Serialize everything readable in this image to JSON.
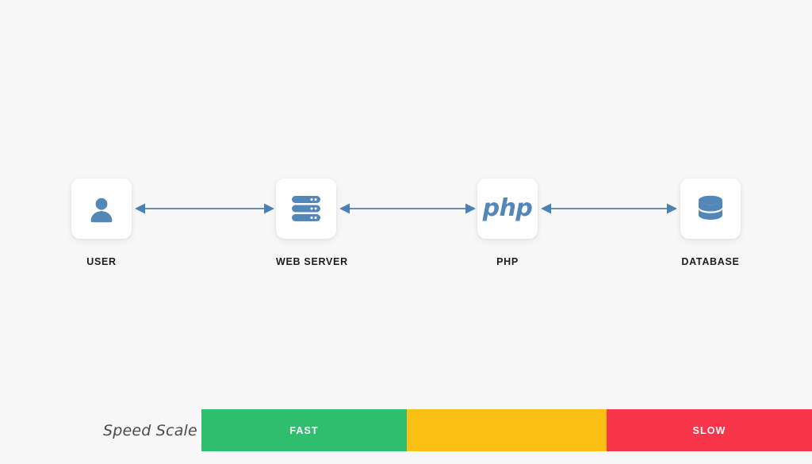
{
  "canvas": {
    "background_color": "#f7f7f8"
  },
  "diagram": {
    "type": "request-flow",
    "accent_color": "#4a80b5",
    "nodes": [
      {
        "id": "user",
        "label": "USER",
        "icon": "user-icon"
      },
      {
        "id": "web-server",
        "label": "WEB SERVER",
        "icon": "server-icon"
      },
      {
        "id": "php",
        "label": "PHP",
        "icon": "php-logo-icon",
        "wordmark": "php"
      },
      {
        "id": "database",
        "label": "DATABASE",
        "icon": "database-icon"
      }
    ],
    "connectors": [
      {
        "from": "user",
        "to": "web-server",
        "style": "double-headed-arrow"
      },
      {
        "from": "web-server",
        "to": "php",
        "style": "double-headed-arrow"
      },
      {
        "from": "php",
        "to": "database",
        "style": "double-headed-arrow"
      }
    ]
  },
  "speed_scale": {
    "caption": "Speed Scale",
    "segments": [
      {
        "label": "FAST",
        "color": "#2fbd6e"
      },
      {
        "label": "",
        "color": "#fcc015"
      },
      {
        "label": "SLOW",
        "color": "#f93549"
      }
    ]
  }
}
